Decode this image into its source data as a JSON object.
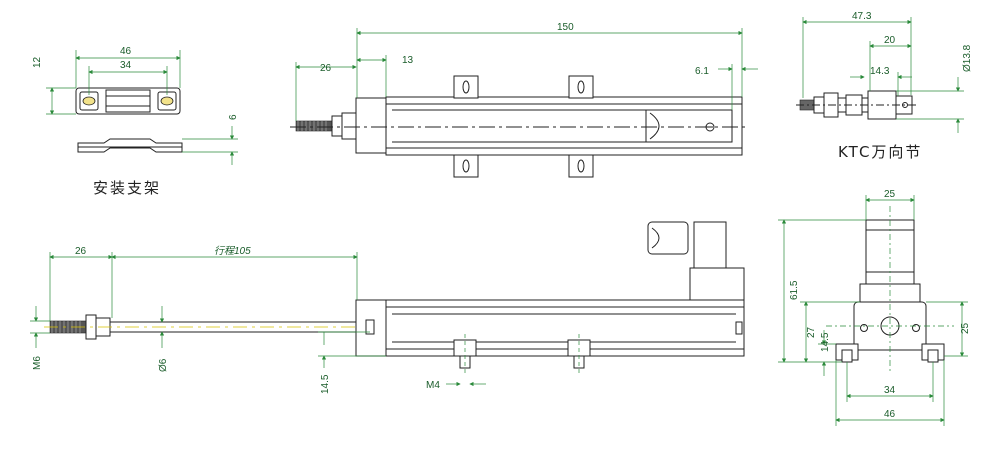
{
  "captions": {
    "bracket": "安装支架",
    "ktc": "KTC万向节"
  },
  "dims": {
    "bracket_w46": "46",
    "bracket_w34": "34",
    "bracket_h12": "12",
    "bracket_t6": "6",
    "top_150": "150",
    "top_26": "26",
    "top_13": "13",
    "top_6_1": "6.1",
    "ktc_47_3": "47.3",
    "ktc_20": "20",
    "ktc_14_3": "14.3",
    "ktc_d13_8": "Ø13.8",
    "side_26": "26",
    "side_stroke": "行程105",
    "side_m6": "M6",
    "side_d6": "Ø6",
    "side_14_5": "14.5",
    "side_m4": "M4",
    "end_25_top": "25",
    "end_61_5": "61.5",
    "end_27": "27",
    "end_14_5": "14.5",
    "end_25_right": "25",
    "end_34": "34",
    "end_46": "46"
  },
  "colors": {
    "outline": "#222222",
    "dimension": "#2a8a3a",
    "dimension_text": "#1a5c2a",
    "centerline": "#d9c200"
  }
}
